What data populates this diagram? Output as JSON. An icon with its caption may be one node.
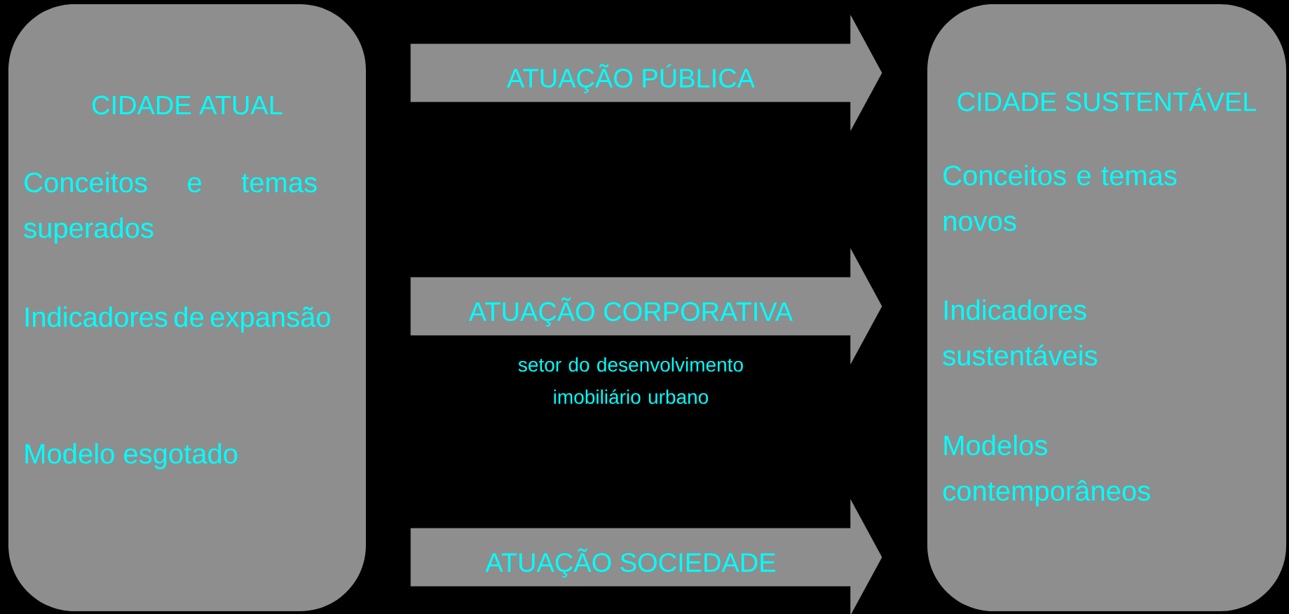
{
  "diagram": {
    "nodes": [
      {
        "text": [
          "CIDADE ATUAL",
          "Conceitos e temas superados",
          "Indicadores de expansão",
          "Modelo esgotado"
        ]
      },
      {
        "text": [
          "CIDADE SUSTENTÁVEL",
          "Conceitos e temas novos",
          "Indicadores sustentáveis",
          "Modelos contemporâneos"
        ]
      }
    ],
    "edges": [
      {
        "from": 0,
        "to": 1,
        "arrow": "to",
        "label": "ATUAÇÃO PÚBLICA"
      },
      {
        "from": 0,
        "to": 1,
        "arrow": "to",
        "label": "ATUAÇÃO CORPORATIVA"
      },
      {
        "from": 0,
        "to": 1,
        "arrow": "to",
        "label": "ATUAÇÃO SOCIEDADE"
      }
    ],
    "labels": [
      "setor do desenvolvimento imobiliário urbano"
    ]
  }
}
